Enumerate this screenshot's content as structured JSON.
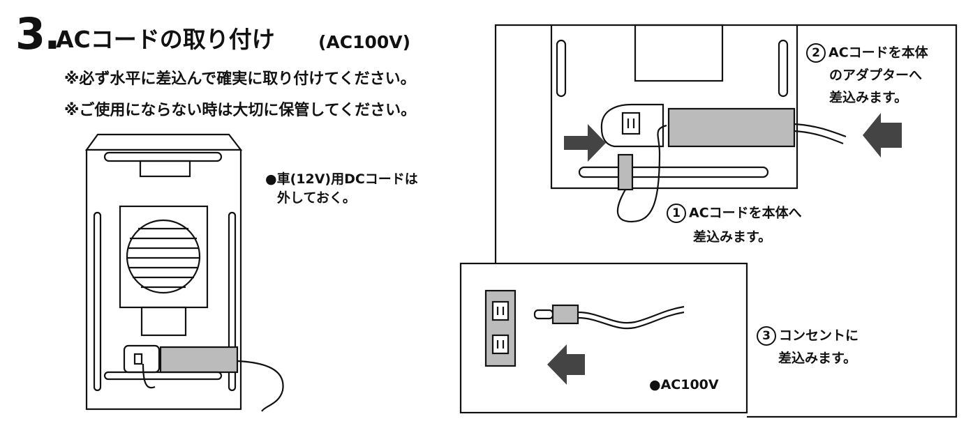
{
  "heading": {
    "number": "3.",
    "title": "ACコードの取り付け",
    "subtitle": "(AC100V)"
  },
  "notes": [
    "※必ず水平に差込んで確実に取り付けてください。",
    "※ご使用にならない時は大切に保管してください。"
  ],
  "dc_note": {
    "line1": "●車(12V)用DCコードは",
    "line2": "外しておく。"
  },
  "steps": [
    {
      "num": "1",
      "line1": "ACコードを本体へ",
      "line2": "差込みます。"
    },
    {
      "num": "2",
      "line1": "ACコードを本体",
      "line2": "のアダプターへ",
      "line3": "差込みます。"
    },
    {
      "num": "3",
      "line1": "コンセントに",
      "line2": "差込みます。"
    }
  ],
  "outlet_label": "●AC100V"
}
